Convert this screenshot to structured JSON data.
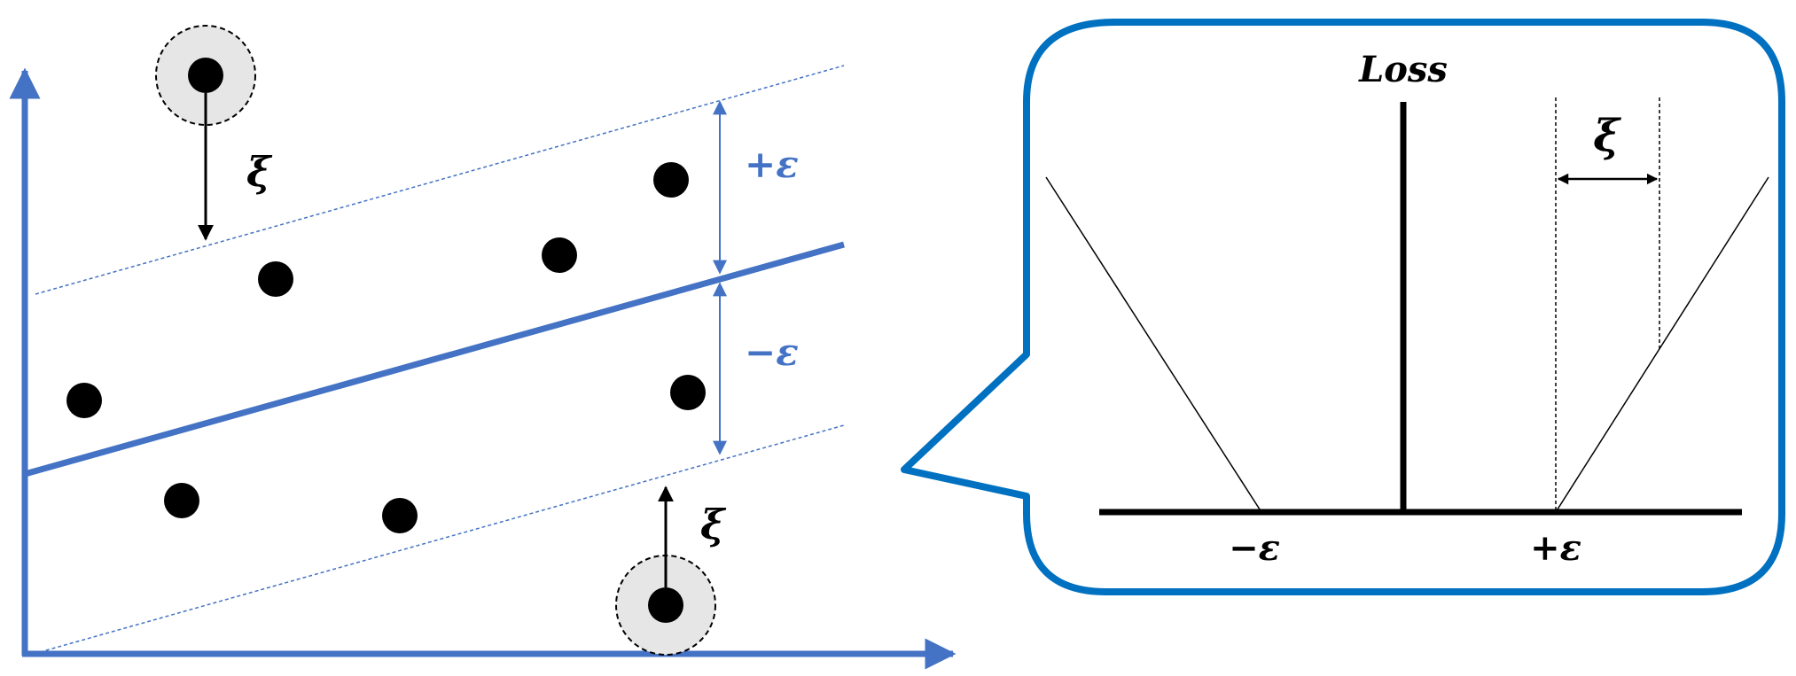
{
  "regression_panel": {
    "plus_epsilon": "+ε",
    "minus_epsilon": "−ε",
    "slack_top": "ξ",
    "slack_bottom": "ξ"
  },
  "loss_panel": {
    "title": "Loss",
    "minus_epsilon": "−ε",
    "plus_epsilon": "+ε",
    "slack": "ξ"
  },
  "colors": {
    "axis_blue": "#4472C4",
    "callout_border": "#0070C0",
    "point": "#000000",
    "outlier_halo": "#E7E6E6"
  }
}
